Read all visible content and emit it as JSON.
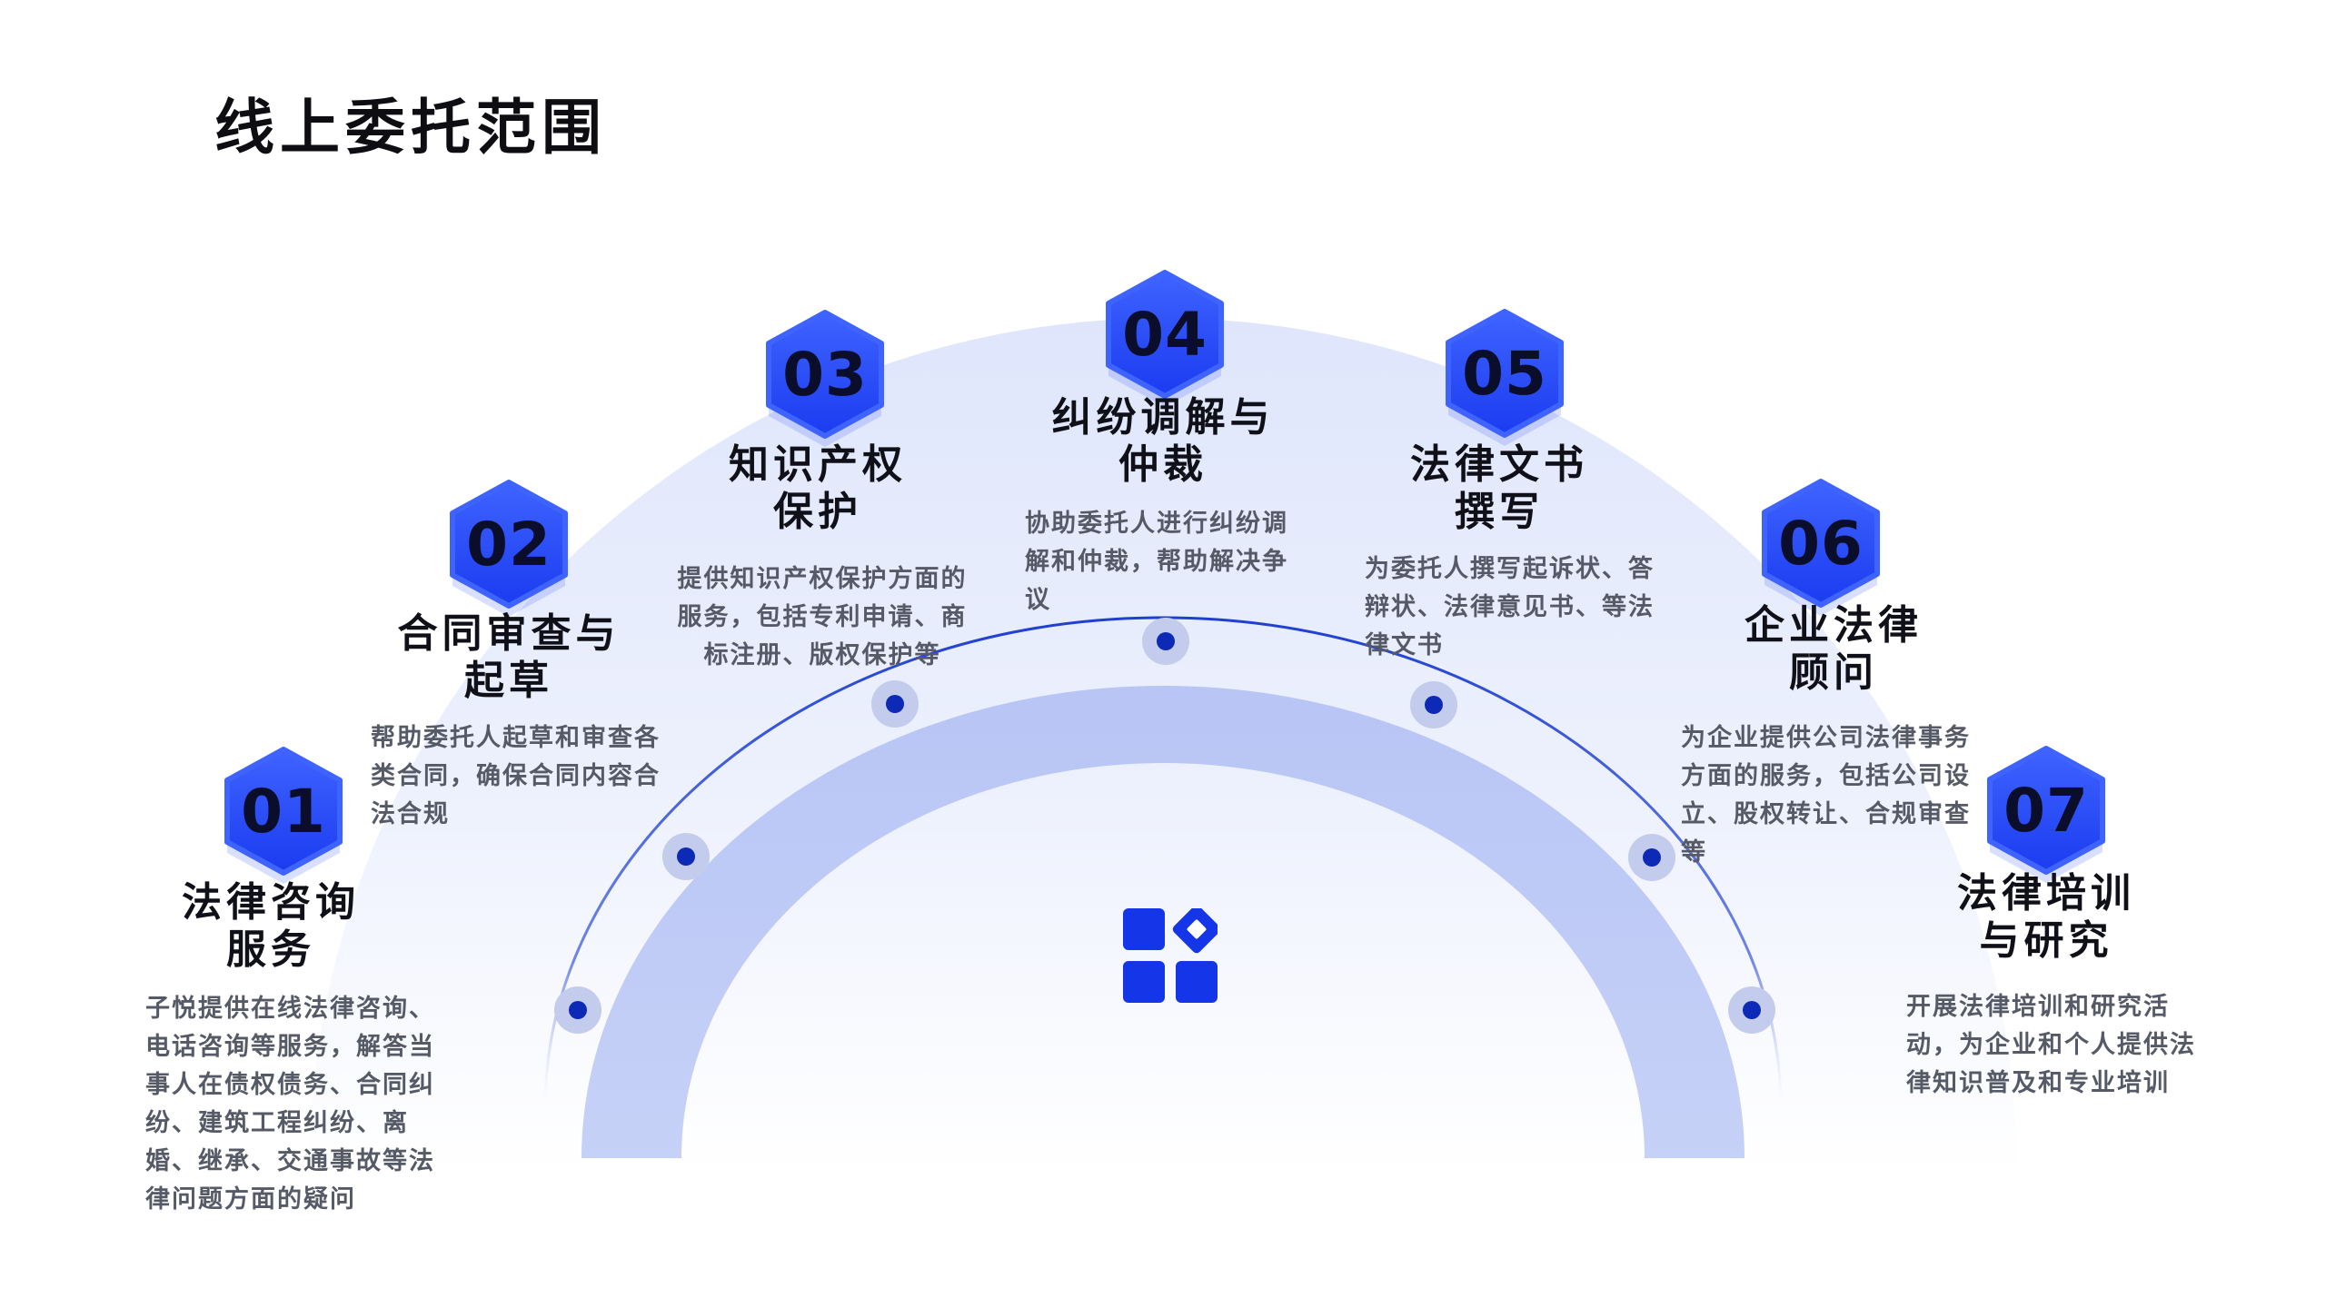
{
  "page_title": "线上委托范围",
  "items": [
    {
      "number": "01",
      "title": [
        "法律咨询",
        "服务"
      ],
      "description": "子悦提供在线法律咨询、电话咨询等服务，解答当事人在债权债务、合同纠纷、建筑工程纠纷、离婚、继承、交通事故等法律问题方面的疑问"
    },
    {
      "number": "02",
      "title": [
        "合同审查与",
        "起草"
      ],
      "description": "帮助委托人起草和审查各类合同，确保合同内容合法合规"
    },
    {
      "number": "03",
      "title": [
        "知识产权",
        "保护"
      ],
      "description": "提供知识产权保护方面的服务，包括专利申请、商标注册、版权保护等"
    },
    {
      "number": "04",
      "title": [
        "纠纷调解与",
        "仲裁"
      ],
      "description": "协助委托人进行纠纷调解和仲裁，帮助解决争议"
    },
    {
      "number": "05",
      "title": [
        "法律文书",
        "撰写"
      ],
      "description": "为委托人撰写起诉状、答辩状、法律意见书、等法律文书"
    },
    {
      "number": "06",
      "title": [
        "企业法律",
        "顾问"
      ],
      "description": "为企业提供公司法律事务方面的服务，包括公司设立、股权转让、合规审查等"
    },
    {
      "number": "07",
      "title": [
        "法律培训",
        "与研究"
      ],
      "description": "开展法律培训和研究活动，为企业和个人提供法律知识普及和专业培训"
    }
  ],
  "center_icon": "apps-grid-icon",
  "colors": {
    "hex_top": "#3f63ff",
    "hex_bottom": "#1a3cf0",
    "connector_line": "#2a48d6",
    "dot": "#0c2ab5",
    "dot_halo": "#c3ccec",
    "inner_arch": "#c0cbf6",
    "outer_arch": "#e6ebfc",
    "icon": "#1535e8"
  }
}
